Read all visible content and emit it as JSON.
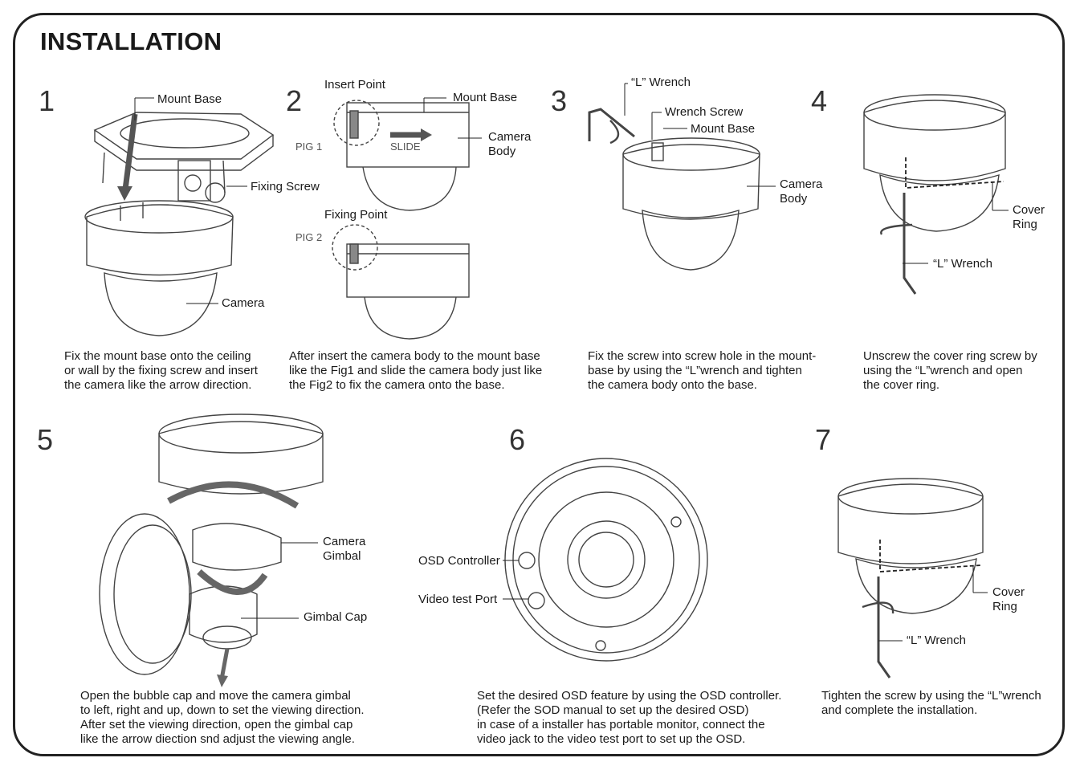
{
  "title": "INSTALLATION",
  "steps": [
    {
      "number": "1",
      "labels": {
        "mount_base": "Mount Base",
        "fixing_screw": "Fixing Screw",
        "camera": "Camera"
      },
      "caption": [
        "Fix the mount base onto the ceiling",
        "or wall by the fixing screw and insert",
        "the camera like the arrow direction."
      ]
    },
    {
      "number": "2",
      "labels": {
        "insert_point": "Insert Point",
        "mount_base": "Mount Base",
        "camera_body_1": "Camera",
        "camera_body_2": "Body",
        "slide": "SLIDE",
        "pig1": "PIG 1",
        "fixing_point": "Fixing Point",
        "pig2": "PIG 2"
      },
      "caption": [
        "After insert the camera body to the mount base",
        "like the Fig1 and slide the camera body just like",
        "the Fig2 to fix the camera onto the base."
      ]
    },
    {
      "number": "3",
      "labels": {
        "l_wrench": "“L” Wrench",
        "wrench_screw": "Wrench Screw",
        "mount_base": "Mount Base",
        "camera_body_1": "Camera",
        "camera_body_2": "Body"
      },
      "caption": [
        "Fix the screw into screw hole in the mount-",
        "base by using the “L”wrench and tighten",
        "the camera body onto the base."
      ]
    },
    {
      "number": "4",
      "labels": {
        "cover_ring_1": "Cover",
        "cover_ring_2": "Ring",
        "l_wrench": "“L” Wrench"
      },
      "caption": [
        "Unscrew the cover ring screw by",
        "using the “L”wrench and open",
        "the cover ring."
      ]
    },
    {
      "number": "5",
      "labels": {
        "camera_gimbal_1": "Camera",
        "camera_gimbal_2": "Gimbal",
        "gimbal_cap": "Gimbal Cap"
      },
      "caption": [
        "Open the bubble cap and move the camera gimbal",
        "to left, right and up, down to set the viewing direction.",
        "After set the viewing direction, open the gimbal cap",
        "like the arrow diection snd adjust the viewing angle."
      ]
    },
    {
      "number": "6",
      "labels": {
        "osd_controller": "OSD Controller",
        "video_test_port": "Video test Port"
      },
      "caption": [
        "Set the desired OSD feature by using the OSD controller.",
        "(Refer the SOD manual to set up the desired OSD)",
        "in case of a installer has portable monitor, connect the",
        "video jack to the video test port to set up the OSD."
      ]
    },
    {
      "number": "7",
      "labels": {
        "cover_ring_1": "Cover",
        "cover_ring_2": "Ring",
        "l_wrench": "“L” Wrench"
      },
      "caption": [
        "Tighten the screw by using the “L”wrench",
        "and complete the installation."
      ]
    }
  ]
}
